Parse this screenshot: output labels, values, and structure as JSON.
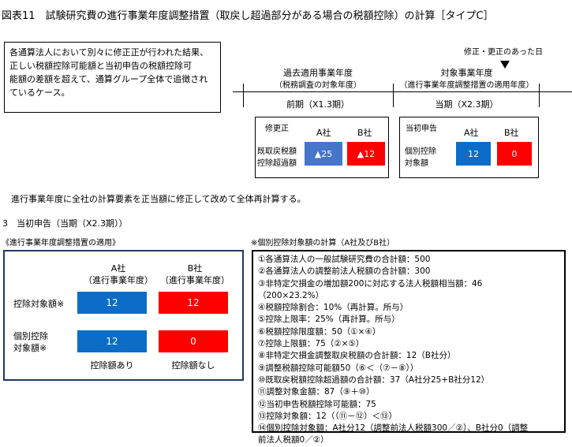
{
  "title": "図表11　試験研究費の進行事業年度調整措置（取戻し超過部分がある場合の税額控除）の計算［タイプC］",
  "case_description": [
    "各通算法人において別々に修正正が行われた結果、",
    "正しい税額控除可能額と当初申告の税額控除可",
    "能額の差額を超えて、通算グループ全体で追徴され",
    "ているケース。"
  ],
  "timeline": {
    "correction_note": "修正・更正のあった日",
    "past_year_label": "過去適用事業年度",
    "past_year_sub": "（税務調査の対象年度）",
    "target_year_label": "対象事業年度",
    "target_year_sub": "（進行事業年度調整措置の適用年度）",
    "previous_period": "前期（X1.3期）",
    "current_period": "当期（X2.3期）"
  },
  "correction_box": {
    "title": "修更正",
    "col_a": "A社",
    "col_b": "B社",
    "row_label_1": "既取戻税額",
    "row_label_2": "控除超過額",
    "value_a": "▲25",
    "value_b": "▲12"
  },
  "initial_box": {
    "title": "当初申告",
    "col_a": "A社",
    "col_b": "B社",
    "row_label_1": "個別控除",
    "row_label_2": "対象額",
    "value_a": "12",
    "value_b": "0"
  },
  "recalc_note": "進行事業年度に全社の計算要素を正当額に修正して改めて全体再計算する。",
  "section_heading": "3　当初申告（当期（X2.3期））",
  "adjustment_label": "《進行事業年度調整措置の適用》",
  "adjustment": {
    "col_a_1": "A社",
    "col_a_2": "（進行事業年度）",
    "col_b_1": "B社",
    "col_b_2": "（進行事業年度）",
    "row1_label": "控除対象額※",
    "row1_a": "12",
    "row1_b": "12",
    "row2_label_1": "個別控除",
    "row2_label_2": "対象額※",
    "row2_a": "12",
    "row2_b": "0",
    "foot_a": "控除額あり",
    "foot_b": "控除額なし"
  },
  "calc_heading": "※個別控除対象額の計算（A社及びB社）",
  "calc_lines": [
    "①各通算法人の一般試験研究費の合計額：500",
    "②各通算法人の調整前法人税額の合計額：300",
    "③非特定欠損金の増加額200に対応する法人税額相当額：46",
    "（200×23.2%）",
    "④税額控除割合：10%（再計算。所与）",
    "⑤控除上限率：25%（再計算。所与）",
    "⑥税額控除限度額：50（①×④）",
    "⑦控除上限額：75（②×⑤）",
    "⑧非特定欠損金調整取戻税額の合計額：12（B社分）",
    "⑨調整税額控除可能額50（⑥＜（⑦－⑧））",
    "⑩既取戻税額控除超過額の合計額：37（A社分25+B社分12）",
    "⑪調整対象金額：87（⑨＋⑩）",
    "⑫当初申告税額控除可能額：75",
    "⑬控除対象額：12（（⑪－⑫）＜⑬）",
    "⑭個別控除対象額：A社分12（調整前法人税額300／②）、B社分0（調整",
    "前法人税額0／②）"
  ],
  "colors": {
    "blue": "#0b6dc7",
    "light_blue": "#4675c9",
    "red": "#ff0000"
  },
  "icons": {
    "marker": "down-triangle-icon"
  }
}
